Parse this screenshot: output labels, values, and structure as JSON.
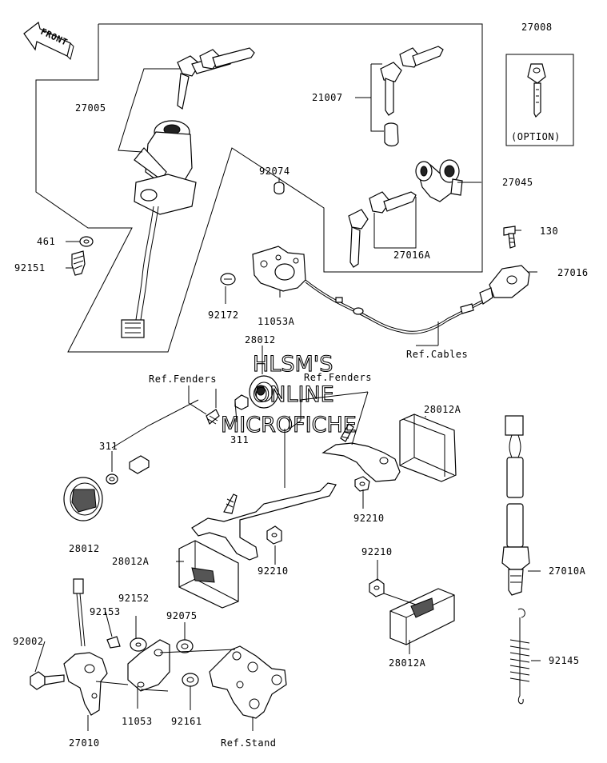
{
  "labels": {
    "p27005": "27005",
    "p461": "461",
    "p92151": "92151",
    "p21007": "21007",
    "p27008": "27008",
    "option": "(OPTION)",
    "p92074": "92074",
    "p27045": "27045",
    "p27016A": "27016A",
    "p130": "130",
    "p27016": "27016",
    "p92172": "92172",
    "p11053A": "11053A",
    "ref_cables": "Ref.Cables",
    "p28012_top": "28012",
    "ref_fenders_left": "Ref.Fenders",
    "ref_fenders_mid": "Ref.Fenders",
    "p311_top": "311",
    "p311_left": "311",
    "p28012A_right": "28012A",
    "p28012_left": "28012",
    "p92210_mid": "92210",
    "p28012A_left": "28012A",
    "p92210_left": "92210",
    "p92210_bottom": "92210",
    "p27010A": "27010A",
    "p92152": "92152",
    "p92153": "92153",
    "p92075": "92075",
    "p92002": "92002",
    "p28012A_bottom": "28012A",
    "p92145": "92145",
    "p11053": "11053",
    "p92161": "92161",
    "p27010": "27010",
    "ref_stand": "Ref.Stand",
    "front": "FRONT"
  },
  "watermark": {
    "line1": "HLSM'S",
    "line2": "ONLINE",
    "line3": "MICROFICHE"
  }
}
